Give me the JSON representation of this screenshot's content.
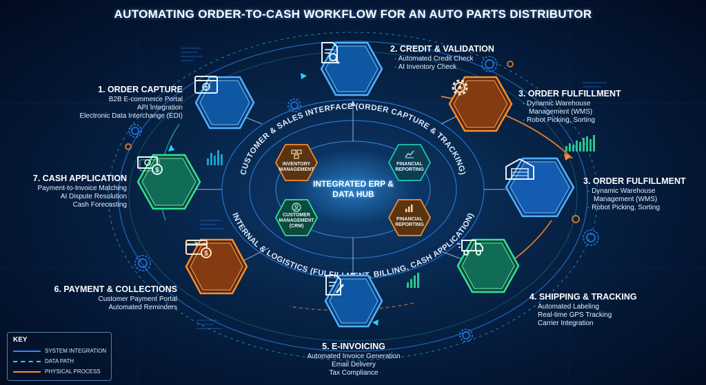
{
  "title": "AUTOMATING ORDER-TO-CASH WORKFLOW FOR AN AUTO PARTS DISTRIBUTOR",
  "colors": {
    "blue": "#2e8bff",
    "cyan": "#27d3ff",
    "orange": "#ff8a2b",
    "green": "#2fe39a",
    "teal": "#1fc7b5"
  },
  "stages": {
    "order_capture": {
      "heading": "1. ORDER CAPTURE",
      "items": [
        "B2B E-commerce Portal",
        "API Integration",
        "Electronic Data Interchange (EDI)"
      ],
      "icon": "browser-icon"
    },
    "credit_validation": {
      "heading": "2. CREDIT & VALIDATION",
      "items": [
        "Automated Credit Check",
        "AI Inventory Check"
      ],
      "icon": "document-search-icon"
    },
    "order_fulfillment_a": {
      "heading": "3. ORDER FULFILLMENT",
      "items": [
        "Dynamic Warehouse",
        "Management (WMS)",
        "Robot Picking, Sorting"
      ],
      "icon": "gear-icon"
    },
    "order_fulfillment_b": {
      "heading": "3. ORDER FULFILLMENT",
      "items": [
        "Dynamic Warehouse",
        "Management (WMS)",
        "Robot Picking, Sorting"
      ],
      "icon": "warehouse-icon"
    },
    "shipping_tracking": {
      "heading": "4. SHIPPING & TRACKING",
      "items": [
        "Automated Labeling",
        "Real-time GPS Tracking",
        "Carrier Integration"
      ],
      "icon": "delivery-truck-icon"
    },
    "e_invoicing": {
      "heading": "5. E-INVOICING",
      "items": [
        "Automated Invoice Generation",
        "Email Delivery",
        "Tax Compliance"
      ],
      "icon": "invoice-icon"
    },
    "payment_collections": {
      "heading": "6. PAYMENT & COLLECTIONS",
      "items": [
        "Customer Payment Portal",
        "Automated Reminders"
      ],
      "icon": "credit-card-icon"
    },
    "cash_application": {
      "heading": "7. CASH APPLICATION",
      "items": [
        "Payment-to-Invoice Matching",
        "AI Dispute Resolution",
        "Cash Forecasting"
      ],
      "icon": "cash-icon"
    }
  },
  "hub": {
    "center": "INTEGRATED ERP & DATA HUB",
    "modules": {
      "inventory": "INVENTORY MANAGEMENT",
      "financial_top": "FINANCIAL REPORTING",
      "crm": "CUSTOMER MANAGEMENT (CRM)",
      "financial_bottom": "FINANCIAL REPORTING"
    },
    "outer_ring_top": "CUSTOMER & SALES INTERFACE (ORDER CAPTURE & TRACKING)",
    "outer_ring_bottom": "INTERNAL & LOGISTICS (FULFILLMENT, BILLING, CASH APPLICATION)"
  },
  "key": {
    "title": "KEY",
    "system_integration": "SYSTEM INTEGRATION",
    "data_path": "DATA PATH",
    "physical_process": "PHYSICAL PROCESS"
  }
}
